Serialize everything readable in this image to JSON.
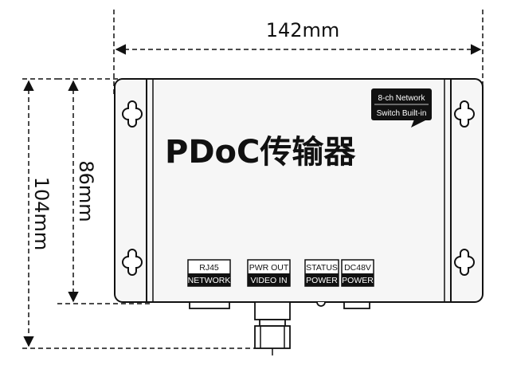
{
  "dimensions": {
    "width": "142mm",
    "height_inner": "86mm",
    "height_outer": "104mm"
  },
  "device": {
    "title": "PDoC传输器",
    "tag_line1": "8-ch Network",
    "tag_line2": "Switch Built-in"
  },
  "ports": [
    {
      "top": "RJ45",
      "bottom": "NETWORK"
    },
    {
      "top": "PWR OUT",
      "bottom": "VIDEO IN"
    },
    {
      "top": "STATUS",
      "bottom": "POWER"
    },
    {
      "top": "DC48V",
      "bottom": "POWER"
    }
  ]
}
